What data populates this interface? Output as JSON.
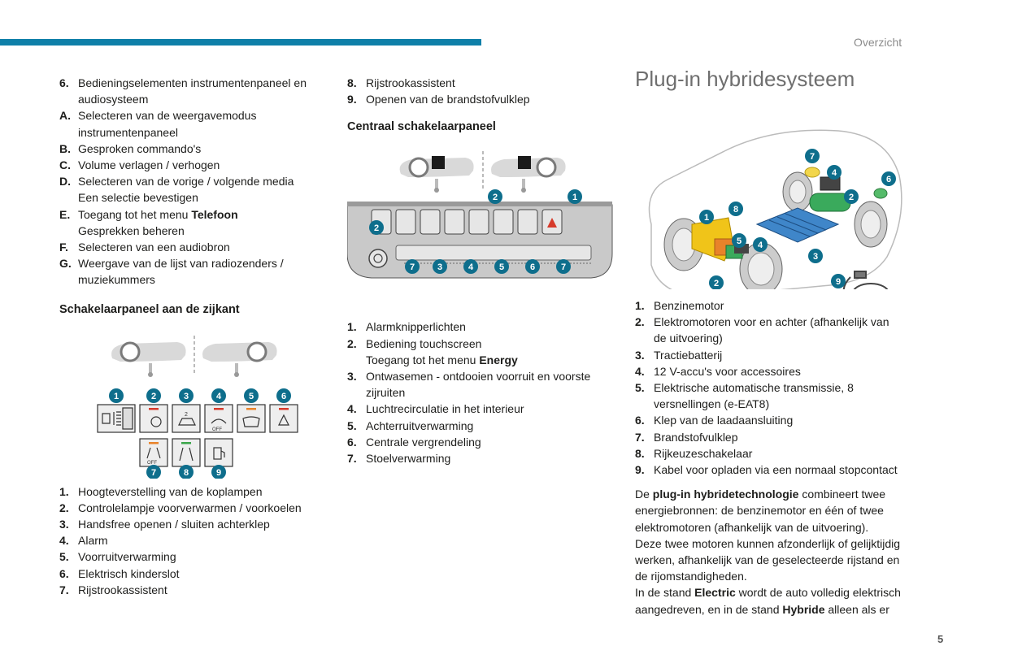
{
  "header": {
    "section_label": "Overzicht",
    "page_number": "5"
  },
  "col1": {
    "items_top": [
      {
        "key": "6.",
        "lines": [
          "Bedieningselementen instrumentenpaneel en",
          "audiosysteem"
        ]
      },
      {
        "key": "A.",
        "lines": [
          "Selecteren van de weergavemodus",
          "instrumentenpaneel"
        ]
      },
      {
        "key": "B.",
        "lines": [
          "Gesproken commando's"
        ]
      },
      {
        "key": "C.",
        "lines": [
          "Volume verlagen / verhogen"
        ]
      },
      {
        "key": "D.",
        "lines": [
          "Selecteren van de vorige / volgende media",
          "Een selectie bevestigen"
        ]
      },
      {
        "key": "E.",
        "line1_pre": "Toegang tot het menu ",
        "line1_bold": "Telefoon",
        "line2": "Gesprekken beheren"
      },
      {
        "key": "F.",
        "lines": [
          "Selecteren van een audiobron"
        ]
      },
      {
        "key": "G.",
        "lines": [
          "Weergave van de lijst van radiozenders /",
          "muziekummers"
        ]
      }
    ],
    "heading": "Schakelaarpaneel aan de zijkant",
    "badges": [
      "1",
      "2",
      "3",
      "4",
      "5",
      "6",
      "7",
      "8",
      "9"
    ],
    "items_bottom": [
      {
        "key": "1.",
        "text": "Hoogteverstelling van de koplampen"
      },
      {
        "key": "2.",
        "text": "Controlelampje voorverwarmen / voorkoelen"
      },
      {
        "key": "3.",
        "text": "Handsfree openen / sluiten achterklep"
      },
      {
        "key": "4.",
        "text": "Alarm"
      },
      {
        "key": "5.",
        "text": "Voorruitverwarming"
      },
      {
        "key": "6.",
        "text": "Elektrisch kinderslot"
      },
      {
        "key": "7.",
        "text": "Rijstrookassistent"
      }
    ],
    "icon_off_label": "OFF"
  },
  "col2": {
    "items_top": [
      {
        "key": "8.",
        "text": "Rijstrookassistent"
      },
      {
        "key": "9.",
        "text": "Openen van de brandstofvulklep"
      }
    ],
    "heading": "Centraal schakelaarpaneel",
    "badges": [
      "1",
      "2",
      "2",
      "7",
      "3",
      "4",
      "5",
      "6",
      "7"
    ],
    "items": [
      {
        "key": "1.",
        "lines": [
          "Alarmknipperlichten"
        ]
      },
      {
        "key": "2.",
        "line1": "Bediening touchscreen",
        "line2_pre": "Toegang tot het menu ",
        "line2_bold": "Energy"
      },
      {
        "key": "3.",
        "lines": [
          "Ontwasemen - ontdooien voorruit en voorste",
          "zijruiten"
        ]
      },
      {
        "key": "4.",
        "lines": [
          "Luchtrecirculatie in het interieur"
        ]
      },
      {
        "key": "5.",
        "lines": [
          "Achterruitverwarming"
        ]
      },
      {
        "key": "6.",
        "lines": [
          "Centrale vergrendeling"
        ]
      },
      {
        "key": "7.",
        "lines": [
          "Stoelverwarming"
        ]
      }
    ]
  },
  "col3": {
    "title": "Plug-in hybridesysteem",
    "badges": [
      "7",
      "4",
      "6",
      "8",
      "1",
      "2",
      "5",
      "4",
      "3",
      "2",
      "9"
    ],
    "items": [
      {
        "key": "1.",
        "lines": [
          "Benzinemotor"
        ]
      },
      {
        "key": "2.",
        "lines": [
          "Elektromotoren voor en achter (afhankelijk van",
          "de uitvoering)"
        ]
      },
      {
        "key": "3.",
        "lines": [
          "Tractiebatterij"
        ]
      },
      {
        "key": "4.",
        "lines": [
          "12 V-accu's voor accessoires"
        ]
      },
      {
        "key": "5.",
        "lines": [
          "Elektrische automatische transmissie, 8",
          "versnellingen (e-EAT8)"
        ]
      },
      {
        "key": "6.",
        "lines": [
          "Klep van de laadaansluiting"
        ]
      },
      {
        "key": "7.",
        "lines": [
          "Brandstofvulklep"
        ]
      },
      {
        "key": "8.",
        "lines": [
          "Rijkeuzeschakelaar"
        ]
      },
      {
        "key": "9.",
        "lines": [
          "Kabel voor opladen via een normaal stopcontact"
        ]
      }
    ],
    "para": {
      "l1_pre": "De ",
      "l1_bold": "plug-in hybridetechnologie",
      "l1_post": " combineert twee",
      "l2": "energiebronnen: de benzinemotor en één of twee",
      "l3": "elektromotoren (afhankelijk van de uitvoering).",
      "l4": "Deze twee motoren kunnen afzonderlijk of gelijktijdig",
      "l5": "werken, afhankelijk van de geselecteerde rijstand en",
      "l6": "de rijomstandigheden.",
      "l7_pre": "In de stand ",
      "l7_bold": "Electric",
      "l7_post": " wordt de auto volledig elektrisch",
      "l8_pre": "aangedreven, en in de stand ",
      "l8_bold": "Hybride",
      "l8_post": " alleen als er"
    }
  },
  "colors": {
    "accent": "#0e7fa8",
    "badge": "#0e6e8c",
    "text": "#1d1d1b"
  }
}
